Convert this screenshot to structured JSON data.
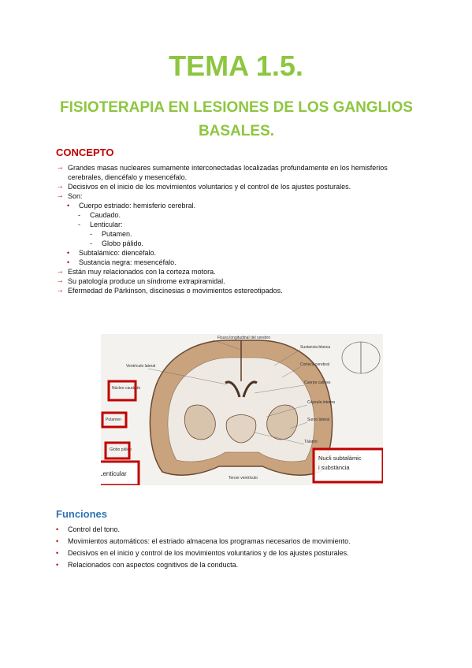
{
  "title": "TEMA 1.5.",
  "subtitle": "FISIOTERAPIA EN LESIONES DE LOS GANGLIOS BASALES.",
  "concepto": {
    "heading": "CONCEPTO",
    "items": [
      {
        "level": "arrow",
        "text": "Grandes masas nucleares sumamente interconectadas localizadas profundamente en los hemisferios cerebrales, diencéfalo y mesencéfalo."
      },
      {
        "level": "arrow",
        "text": "Decisivos en el inicio de los movimientos voluntarios y el control de los ajustes posturales."
      },
      {
        "level": "arrow",
        "text": "Son:"
      },
      {
        "level": "bullet",
        "text": "Cuerpo estriado: hemisferio cerebral."
      },
      {
        "level": "dash",
        "text": "Caudado."
      },
      {
        "level": "dash",
        "text": "Lenticular:"
      },
      {
        "level": "dash2",
        "text": "Putamen."
      },
      {
        "level": "dash2",
        "text": "Globo pálido."
      },
      {
        "level": "bullet",
        "text": "Subtalámico: diencéfalo."
      },
      {
        "level": "bullet",
        "text": "Sustancia negra: mesencéfalo."
      },
      {
        "level": "arrow",
        "text": "Están muy relacionados con la corteza motora."
      },
      {
        "level": "arrow",
        "text": "Su patología produce un síndrome extrapiramidal."
      },
      {
        "level": "arrow",
        "text": "Efermedad de Párkinson, discinesias o movimientos estereotipados."
      }
    ]
  },
  "figure": {
    "labels": {
      "top": "Fisura longitudinal del cerebro",
      "ventriculo": "Ventrículo lateral",
      "sustancia": "Sustancia blanca",
      "corteza": "Corteza cerebral",
      "cuerpo": "Cuerpo calloso",
      "capsula": "Cápsula interna",
      "surco": "Surco lateral",
      "talamo": "Tálamo",
      "tercer": "Tercer ventrículo",
      "caudado": "Núcleo caudado",
      "putamen": "Putamen",
      "globo": "Globo pálido",
      "lenticular": "Lenticular",
      "nucli": "Nucli subtalàmic i substància"
    }
  },
  "funciones": {
    "heading": "Funciones",
    "items": [
      "Control del tono.",
      "Movimientos automáticos: el estriado almacena los programas necesarios de movimiento.",
      "Decisivos en el inicio y control de los movimientos voluntarios y de los ajustes posturales.",
      "Relacionados con aspectos cognitivos de la conducta."
    ]
  },
  "colors": {
    "title": "#8dc63f",
    "concepto": "#c00000",
    "funciones": "#2e74b5",
    "marker": "#c00000"
  }
}
